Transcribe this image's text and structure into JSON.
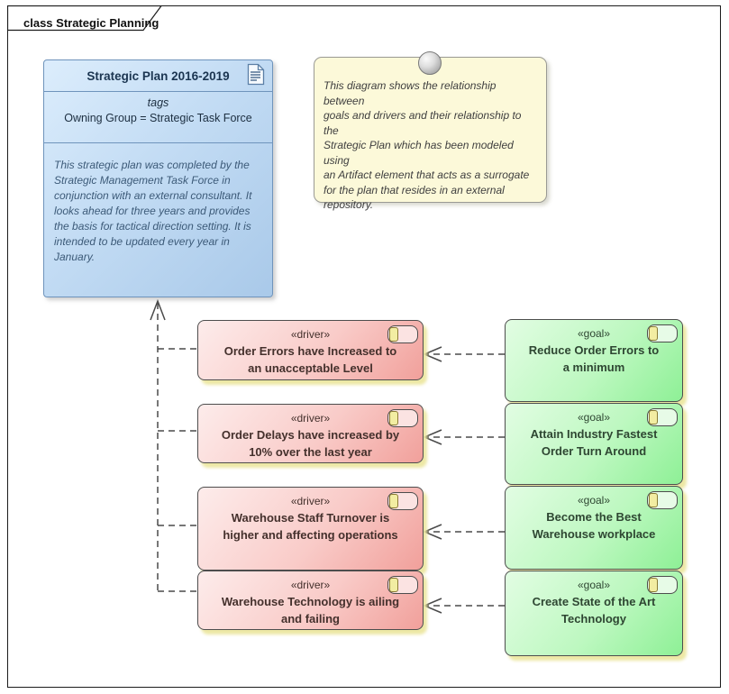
{
  "frame": {
    "label": "class Strategic Planning"
  },
  "artifact": {
    "title": "Strategic Plan 2016-2019",
    "tags_label": "tags",
    "tag_value": "Owning Group = Strategic Task Force",
    "description": "This strategic plan was completed by the\nStrategic Management Task Force in\nconjunction with an external consultant. It\nlooks ahead for three years and provides\nthe basis for tactical direction setting. It is\nintended to be updated every year in\nJanuary.",
    "icon": "artifact-document-icon"
  },
  "note": {
    "text": "This diagram shows the relationship between\ngoals and drivers and their relationship to the\nStrategic Plan which has been modeled using\nan Artifact element that acts as a surrogate\nfor the plan that resides in an external\nrepository.",
    "icon": "pin-icon"
  },
  "drivers": [
    {
      "stereotype": "«driver»",
      "name": "Order Errors have Increased to\nan unacceptable Level"
    },
    {
      "stereotype": "«driver»",
      "name": "Order Delays have increased by\n10% over the last year"
    },
    {
      "stereotype": "«driver»",
      "name": "Warehouse Staff Turnover is\nhigher and affecting operations"
    },
    {
      "stereotype": "«driver»",
      "name": "Warehouse Technology is ailing\nand failing"
    }
  ],
  "goals": [
    {
      "stereotype": "«goal»",
      "name": "Reduce Order Errors to\na minimum"
    },
    {
      "stereotype": "«goal»",
      "name": "Attain Industry Fastest\nOrder Turn Around"
    },
    {
      "stereotype": "«goal»",
      "name": "Become the Best\nWarehouse workplace"
    },
    {
      "stereotype": "«goal»",
      "name": "Create State of the Art\nTechnology"
    }
  ],
  "relations": {
    "drivers_to_plan": "dashed dependency arrows from drivers up to Strategic Plan artifact",
    "goals_to_drivers": "dashed dependency arrows from goals to drivers"
  },
  "colors": {
    "artifact_fill": "#b9d4ef",
    "artifact_border": "#6f94bc",
    "driver_fill": "#f5b4b0",
    "goal_fill": "#a8f3ad",
    "note_fill": "#fcf9d9",
    "element_border": "#4d4d4d",
    "connector": "#4a4a4a",
    "shadow_glow": "#ece7a0"
  }
}
